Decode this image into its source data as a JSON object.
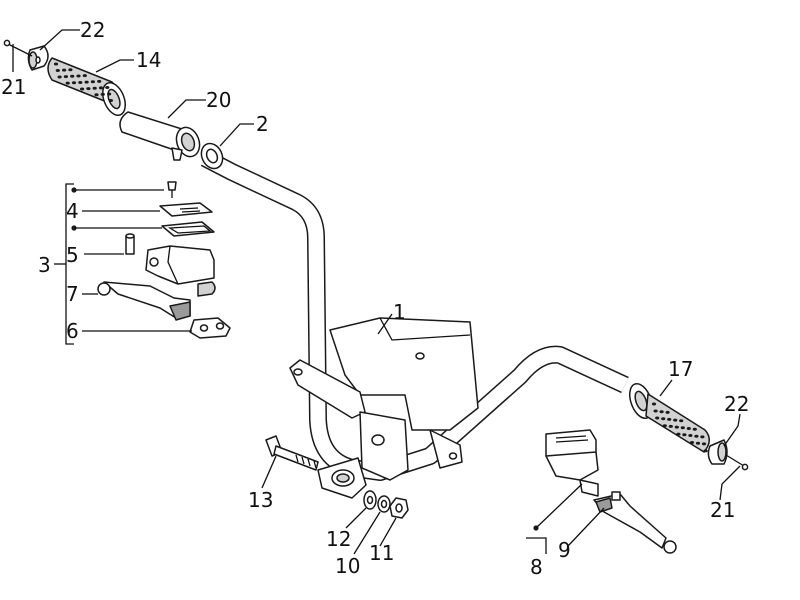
{
  "diagram": {
    "labels": [
      "1",
      "2",
      "3",
      "4",
      "5",
      "6",
      "7",
      "8",
      "9",
      "10",
      "11",
      "12",
      "13",
      "14",
      "17",
      "20",
      "21",
      "22"
    ],
    "colors": {
      "ink": "#111111",
      "shade": "#d2d2d2",
      "dark": "#9a9a9a",
      "background": "#ffffff"
    }
  }
}
